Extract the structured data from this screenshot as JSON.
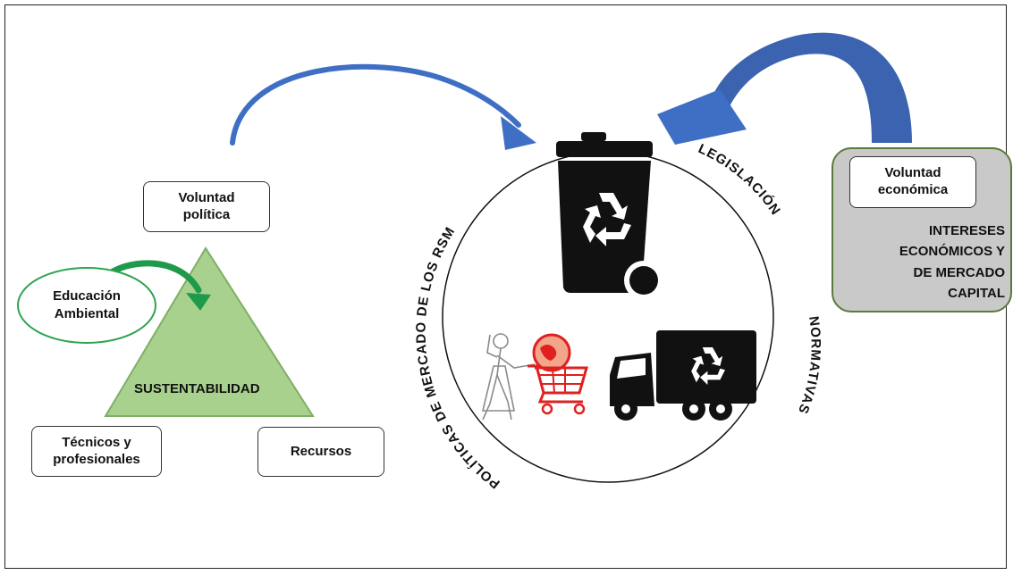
{
  "diagram": {
    "left": {
      "voluntad_politica": "Voluntad\npolítica",
      "educacion_ambiental": "Educación\nAmbiental",
      "sustentabilidad": "SUSTENTABILIDAD",
      "tecnicos": "Técnicos y\nprofesionales",
      "recursos": "Recursos"
    },
    "circle": {
      "arc_text": "POLÍTICAS DE MERCADO DE LOS RSM",
      "legislacion": "LEGISLACIÓN",
      "normativas": "NORMATIVAS"
    },
    "right": {
      "voluntad_economica": "Voluntad\neconómica",
      "intereses": "INTERESES\nECONÓMICOS Y\nDE MERCADO\nCAPITAL"
    }
  },
  "colors": {
    "arrow_blue": "#3f6fc4",
    "triangle_green": "#a9d18e",
    "green_arrow": "#1f9a4a",
    "red_cart": "#e02020",
    "capital_box": "#c9c9c9"
  },
  "icons": [
    "recycle-bin-icon",
    "shopping-cart-globe-icon",
    "recycle-truck-icon",
    "walking-woman-icon"
  ]
}
